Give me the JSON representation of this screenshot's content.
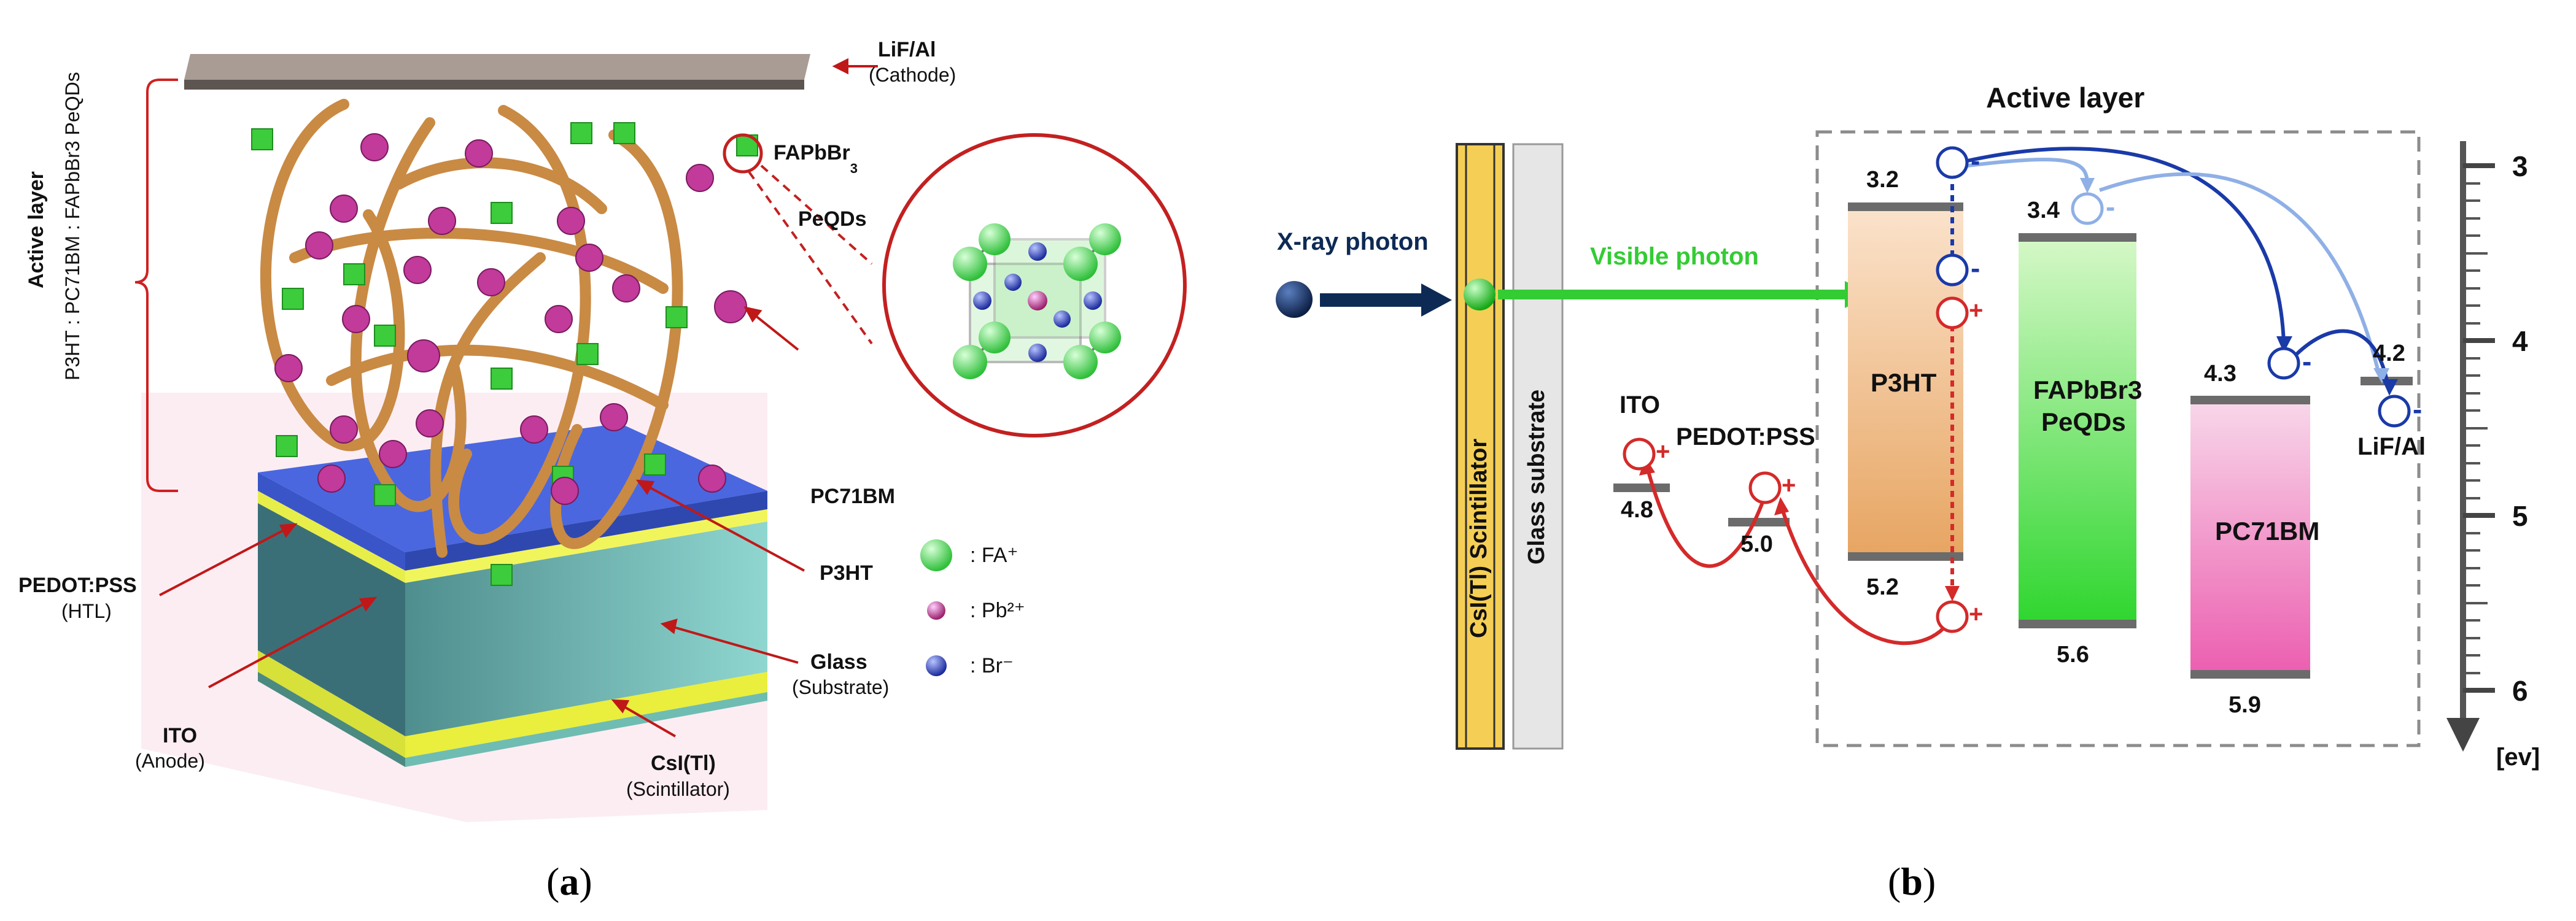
{
  "panel_a": {
    "caption_letter": "a",
    "labels": {
      "cathode_title": "LiF/Al",
      "cathode_sub": "(Cathode)",
      "active_layer": "Active layer",
      "active_composition": "P3HT : PC71BM : FAPbBr3 PeQDs",
      "qd_title": "FAPbBr",
      "qd_sub_num": "3",
      "qd_title2": "PeQDs",
      "pcbm": "PC71BM",
      "p3ht": "P3HT",
      "pedot_title": "PEDOT:PSS",
      "pedot_sub": "(HTL)",
      "ito_title": "ITO",
      "ito_sub": "(Anode)",
      "glass_title": "Glass",
      "glass_sub": "(Substrate)",
      "csi_title": "CsI(Tl)",
      "csi_sub": "(Scintillator)"
    },
    "legend": [
      {
        "symbol": "green-sphere",
        "text": ": FA⁺",
        "color": "#4ee04e"
      },
      {
        "symbol": "magenta-sphere",
        "text": ": Pb²⁺",
        "color": "#b0306e"
      },
      {
        "symbol": "blue-sphere",
        "text": ": Br⁻",
        "color": "#2a3cb8"
      }
    ]
  },
  "panel_b": {
    "caption_letter": "b",
    "title": "Active layer",
    "xray_label": "X-ray photon",
    "visible_label": "Visible photon",
    "scintillator_label": "CsI(Tl) Scintillator",
    "substrate_label": "Glass substrate",
    "ito_label": "ITO",
    "pedot_label": "PEDOT:PSS",
    "p3ht_label": "P3HT",
    "qd_label_1": "FAPbBr3",
    "qd_label_2": "PeQDs",
    "pcbm_label": "PC71BM",
    "lif_label": "LiF/Al",
    "axis_unit": "[ev]",
    "axis_ticks": [
      "3",
      "4",
      "5",
      "6"
    ],
    "energy_levels": {
      "ito": "4.8",
      "pedot": "5.0",
      "p3ht_lumo": "3.2",
      "p3ht_homo": "5.2",
      "qd_lumo": "3.4",
      "qd_homo": "5.6",
      "pcbm_lumo": "4.3",
      "pcbm_homo": "5.9",
      "lif": "4.2"
    },
    "charge_symbols": {
      "minus": "-",
      "plus": "+"
    },
    "colors": {
      "electron": "#1a3aa8",
      "hole": "#d42a2a",
      "visible_photon": "#33cc33",
      "xray": "#0d2a55"
    }
  }
}
